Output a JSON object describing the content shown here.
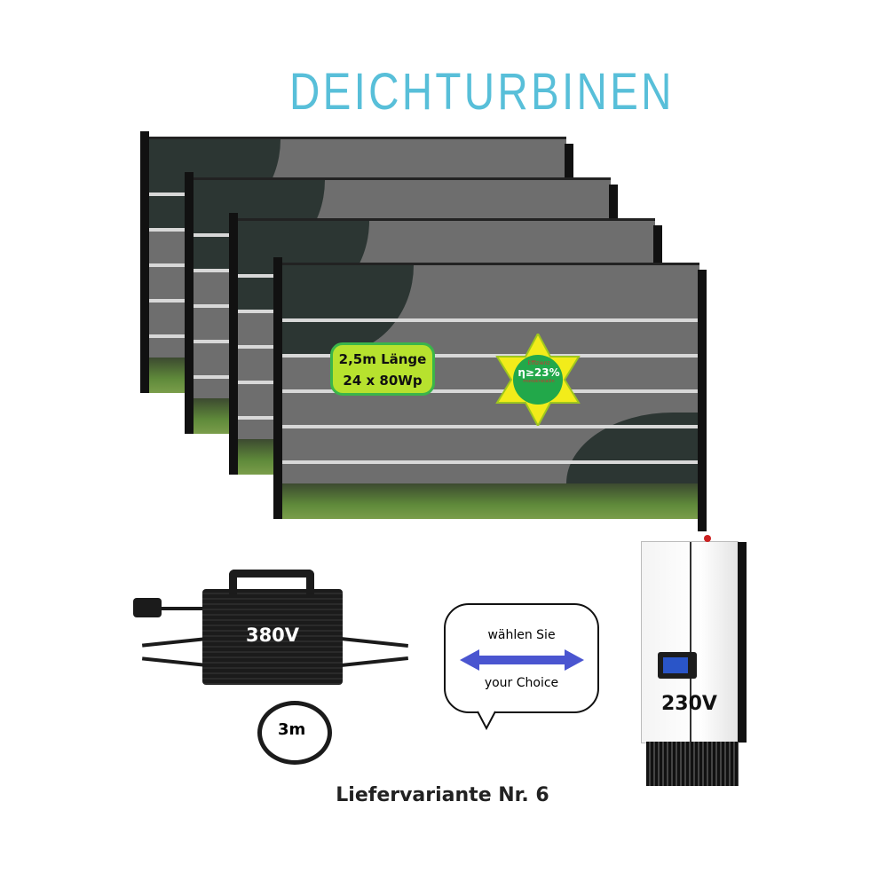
{
  "brand": {
    "logo_text": "DEICHTURBINEN",
    "color": "#58bfd9"
  },
  "panel_badge": {
    "line1": "2,5m Länge",
    "line2": "24 x 80Wp"
  },
  "efficiency_star": {
    "top": "Effizienz",
    "value": "η≥23%",
    "bottom": "monokristallin"
  },
  "microinverter": {
    "voltage": "380V",
    "cable_length": "3m"
  },
  "choice_bubble": {
    "line1": "wählen Sie",
    "line2": "your Choice",
    "arrow_color": "#4455cc"
  },
  "grid_inverter": {
    "voltage": "230V"
  },
  "caption": "Liefervariante Nr. 6"
}
